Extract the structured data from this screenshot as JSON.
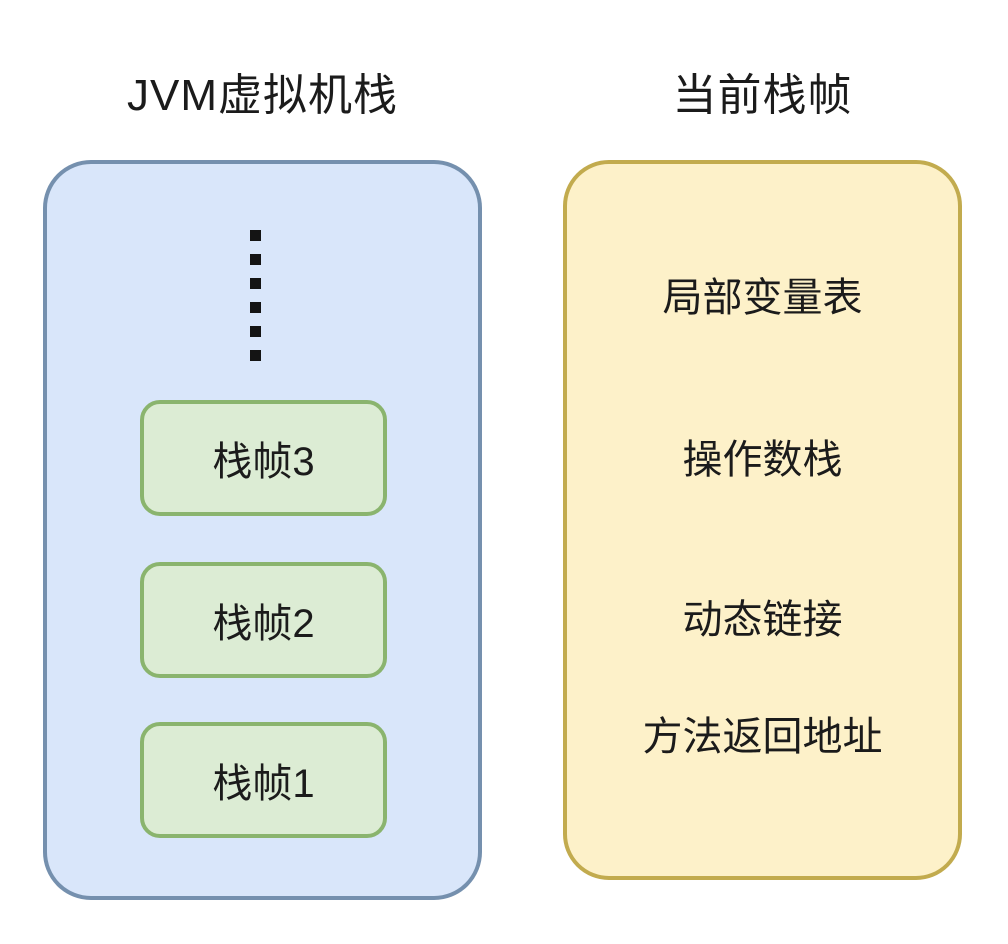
{
  "vm_stack": {
    "title": "JVM虚拟机栈",
    "ellipsis_dot_count": 6,
    "frames": [
      {
        "label": "栈帧3"
      },
      {
        "label": "栈帧2"
      },
      {
        "label": "栈帧1"
      }
    ]
  },
  "current_frame": {
    "title": "当前栈帧",
    "items": [
      {
        "label": "局部变量表"
      },
      {
        "label": "操作数栈"
      },
      {
        "label": "动态链接"
      },
      {
        "label": "方法返回地址"
      }
    ]
  },
  "colors": {
    "background": "#ffffff",
    "vm_box_fill": "#d9e6fa",
    "vm_box_border": "#7590ae",
    "frame_fill": "#dcecd4",
    "frame_border": "#8ab46e",
    "current_frame_fill": "#fdf1c9",
    "current_frame_border": "#c2ab4e",
    "text": "#1b1b1b"
  }
}
